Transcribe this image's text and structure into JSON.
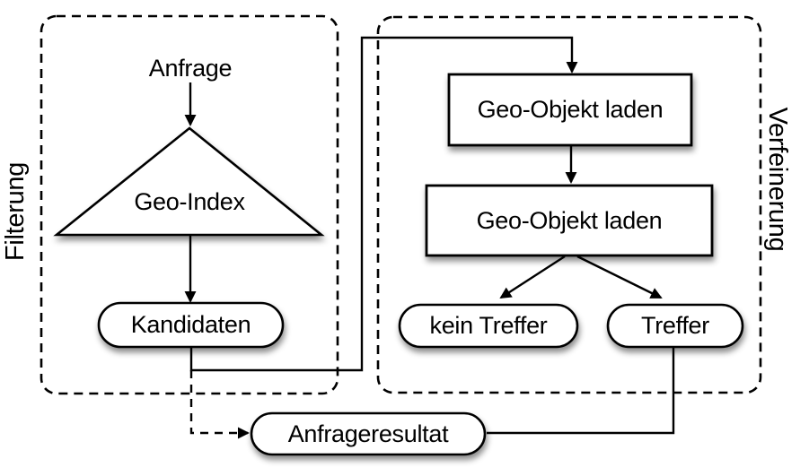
{
  "diagram": {
    "background_color": "#ffffff",
    "stroke_color": "#000000",
    "node_fill_color": "#ffffff",
    "sections": {
      "filtering": {
        "label": "Filterung"
      },
      "refinement": {
        "label": "Verfeinerung"
      }
    },
    "nodes": {
      "anfrage": {
        "label": "Anfrage",
        "shape": "plain-text"
      },
      "geo_index": {
        "label": "Geo-Index",
        "shape": "triangle"
      },
      "kandidaten": {
        "label": "Kandidaten",
        "shape": "stadium"
      },
      "load_object_1": {
        "label": "Geo-Objekt laden",
        "shape": "rectangle"
      },
      "load_object_2": {
        "label": "Geo-Objekt laden",
        "shape": "rectangle"
      },
      "kein_treffer": {
        "label": "kein Treffer",
        "shape": "stadium"
      },
      "treffer": {
        "label": "Treffer",
        "shape": "stadium"
      },
      "anfrageresultat": {
        "label": "Anfrageresultat",
        "shape": "stadium"
      }
    },
    "edges": [
      {
        "from": "anfrage",
        "to": "geo_index",
        "style": "solid",
        "arrow": true
      },
      {
        "from": "geo_index",
        "to": "kandidaten",
        "style": "solid",
        "arrow": true
      },
      {
        "from": "kandidaten",
        "to": "load_object_1",
        "style": "solid",
        "arrow": true
      },
      {
        "from": "load_object_1",
        "to": "load_object_2",
        "style": "solid",
        "arrow": true
      },
      {
        "from": "load_object_2",
        "to": "kein_treffer",
        "style": "solid",
        "arrow": true
      },
      {
        "from": "load_object_2",
        "to": "treffer",
        "style": "solid",
        "arrow": true
      },
      {
        "from": "treffer",
        "to": "anfrageresultat",
        "style": "solid",
        "arrow": false
      },
      {
        "from": "kandidaten",
        "to": "anfrageresultat",
        "style": "dashed",
        "arrow": true
      }
    ]
  }
}
